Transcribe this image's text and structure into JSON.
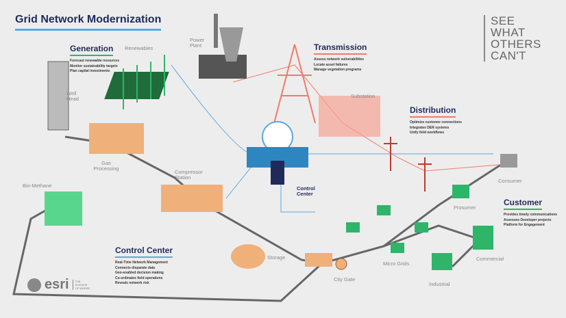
{
  "title": "Grid Network Modernization",
  "slogan": [
    "SEE",
    "WHAT",
    "OTHERS",
    "CAN'T"
  ],
  "sections": {
    "generation": {
      "heading": "Generation",
      "color": "#2fb56a",
      "items": [
        "Forecast renewable resources",
        "Monitor sustainability targets",
        "Plan capital investments"
      ]
    },
    "transmission": {
      "heading": "Transmission",
      "color": "#f07a68",
      "items": [
        "Assess network vulnerabilities",
        "Locate asset failures",
        "Manage vegetation programs"
      ]
    },
    "distribution": {
      "heading": "Distribution",
      "color": "#f07a68",
      "items": [
        "Optimize customer connections",
        "Integrates DER systems",
        "Unify field workflows"
      ]
    },
    "customer": {
      "heading": "Customer",
      "color": "#2fb56a",
      "items": [
        "Provides timely communications",
        "Assesses Developer projects",
        "Platform for Engagement"
      ]
    },
    "control_center": {
      "heading": "Control Center",
      "color": "#5aa9e0",
      "items": [
        "Real-Time Network Management",
        "Connects disparate data",
        "Geo-enabled decision making",
        "Co-ordinates field operations",
        "Reveals network risk"
      ]
    }
  },
  "labels": {
    "renewables": "Renewables",
    "power_plant": "Power Plant",
    "well_head": "Well Head",
    "gas_processing": "Gas Processing",
    "compressor_station": "Compressor Station",
    "bio_methane": "Bio-Methane",
    "control_center": "Control Center",
    "storage": "Storage",
    "city_gate": "City Gate",
    "micro_grids": "Micro Grids",
    "industrial": "Industrial",
    "commercial": "Commercial",
    "prosumer": "Prosumer",
    "consumer": "Consumer",
    "substation": "Substation"
  },
  "logo": {
    "name": "esri",
    "tagline": "THE SCIENCE OF WHERE"
  },
  "colors": {
    "title": "#1f2a5a",
    "green": "#2fb56a",
    "salmon": "#f07a68",
    "blue": "#5aa9e0",
    "orange": "#f0b07a"
  }
}
